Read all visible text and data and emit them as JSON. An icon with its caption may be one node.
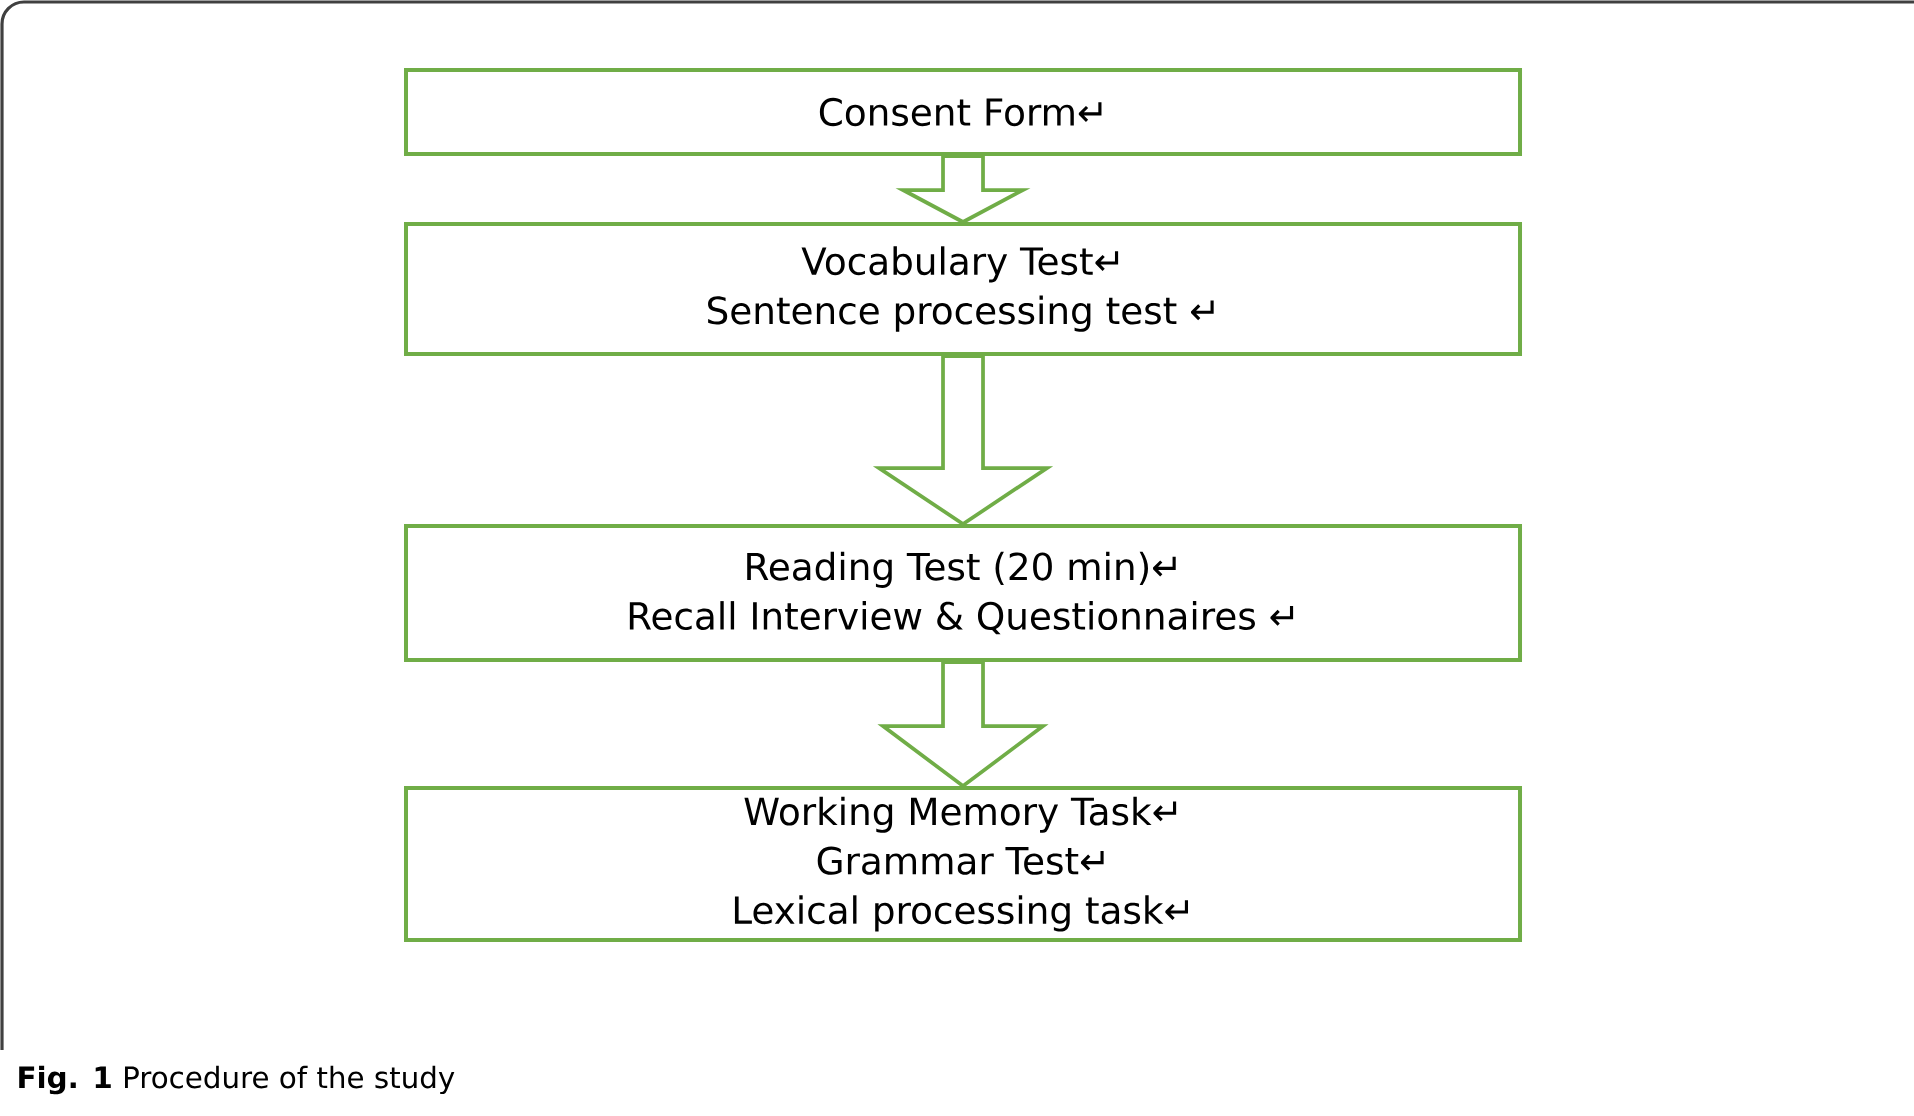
{
  "diagram": {
    "caption": "**Fig. 1** Procedure of the study",
    "nodes": [
      {
        "text": [
          "Consent Form↵"
        ]
      },
      {
        "text": [
          "Vocabulary Test↵",
          "Sentence processing test ↵"
        ]
      },
      {
        "text": [
          "Reading Test (20 min)↵",
          "Recall Interview & Questionnaires ↵"
        ]
      },
      {
        "text": [
          "Working Memory Task↵",
          "Grammar Test↵",
          "Lexical processing task↵"
        ]
      }
    ],
    "edges": [
      {
        "from": 0,
        "to": 1,
        "arrow": "to"
      },
      {
        "from": 1,
        "to": 2,
        "arrow": "to"
      },
      {
        "from": 2,
        "to": 3,
        "arrow": "to"
      }
    ]
  }
}
